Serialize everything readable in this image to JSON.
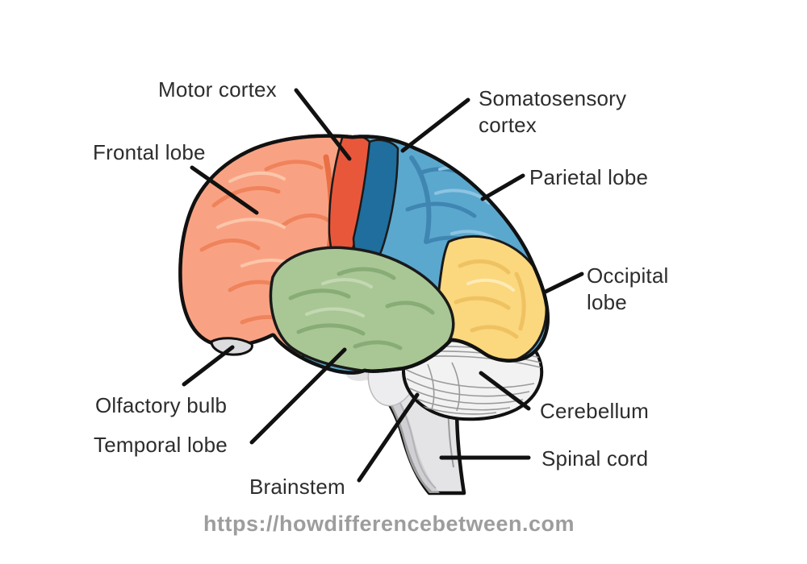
{
  "diagram": {
    "type": "anatomy-diagram",
    "subject": "Human brain, lateral view with labeled regions",
    "labels": {
      "motor_cortex": "Motor cortex",
      "somatosensory_cortex": "Somatosensory\ncortex",
      "frontal_lobe": "Frontal lobe",
      "parietal_lobe": "Parietal lobe",
      "occipital_lobe": "Occipital\nlobe",
      "olfactory_bulb": "Olfactory bulb",
      "temporal_lobe": "Temporal lobe",
      "brainstem": "Brainstem",
      "cerebellum": "Cerebellum",
      "spinal_cord": "Spinal cord"
    },
    "watermark": "https://howdifferencebetween.com",
    "colors": {
      "frontal_lobe": "#F9A283",
      "motor_cortex": "#E9573B",
      "somatosensory_cortex": "#1F6E9E",
      "parietal_lobe": "#5BA8CF",
      "occipital_lobe": "#FBD77E",
      "temporal_lobe": "#A9C795",
      "cerebellum": "#F2F2F2",
      "brainstem": "#E4E4E6",
      "olfactory_bulb": "#DCDCDE",
      "outline": "#111111",
      "leader_line": "#111111",
      "label_text": "#2D2D2D",
      "watermark": "#9D9D9D",
      "background": "#FFFFFF"
    }
  }
}
